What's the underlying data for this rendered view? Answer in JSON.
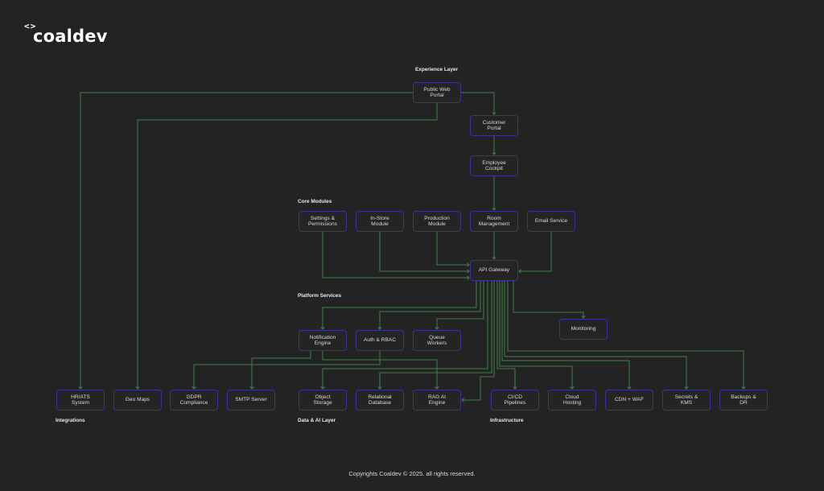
{
  "brand": {
    "mark": "<>",
    "name": "coaldev"
  },
  "colors": {
    "background": "#232323",
    "node_border": "#3d3195",
    "wire": "#3f8048",
    "text": "#d8d8d8"
  },
  "sections": {
    "experience": "Experience Layer",
    "core": "Core Modules",
    "platform": "Platform Services",
    "integrations": "Integrations",
    "data_ai": "Data & AI Layer",
    "infrastructure": "Infrastructure"
  },
  "nodes": {
    "public_web_portal": "Public Web\nPortal",
    "customer_portal": "Customer\nPortal",
    "employee_cockpit": "Employee\nCockpit",
    "settings_permissions": "Settings &\nPermissions",
    "in_store_module": "In-Store\nModule",
    "production_module": "Production\nModule",
    "room_management": "Room\nManagement",
    "email_service": "Email Service",
    "api_gateway": "API Gateway",
    "notification_engine": "Notification\nEngine",
    "auth_rbac": "Auth & RBAC",
    "queue_workers": "Queue\nWorkers",
    "monitoring": "Monitoring",
    "hr_ats": "HR/ATS\nSystem",
    "geo_maps": "Geo Maps",
    "gdpr": "GDPR\nCompliance",
    "smtp": "SMTP Server",
    "object_storage": "Object\nStorage",
    "relational_db": "Relational\nDatabase",
    "rag_ai": "RAG AI\nEngine",
    "cicd": "CI/CD\nPipelines",
    "cloud_hosting": "Cloud\nHosting",
    "cdn_waf": "CDN + WAF",
    "secrets_kms": "Secrets &\nKMS",
    "backups_dr": "Backups &\nDR"
  },
  "footer": "Copyrights Coaldev © 2025. all rights reserved."
}
